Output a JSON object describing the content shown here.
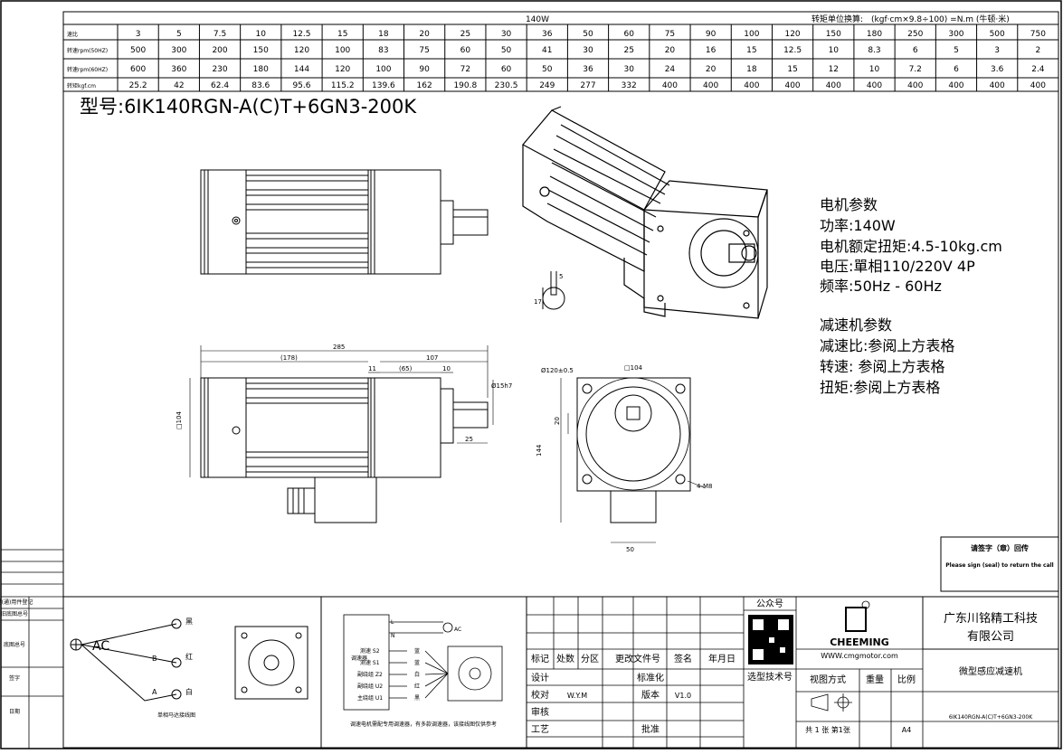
{
  "spec_table": {
    "header_title": "140W",
    "header_note": "转矩单位换算:　(kgf·cm×9.8÷100) =N.m (牛顿·米)",
    "row_labels": [
      "速比",
      "转速rpm(50HZ)",
      "转速rpm(60HZ)",
      "转矩kgf.cm"
    ],
    "ratio": [
      "3",
      "5",
      "7.5",
      "10",
      "12.5",
      "15",
      "18",
      "20",
      "25",
      "30",
      "36",
      "50",
      "60",
      "75",
      "90",
      "100",
      "120",
      "150",
      "180",
      "250",
      "300",
      "500",
      "750"
    ],
    "rpm50": [
      "500",
      "300",
      "200",
      "150",
      "120",
      "100",
      "83",
      "75",
      "60",
      "50",
      "41",
      "30",
      "25",
      "20",
      "16",
      "15",
      "12.5",
      "10",
      "8.3",
      "6",
      "5",
      "3",
      "2"
    ],
    "rpm60": [
      "600",
      "360",
      "230",
      "180",
      "144",
      "120",
      "100",
      "90",
      "72",
      "60",
      "50",
      "36",
      "30",
      "24",
      "20",
      "18",
      "15",
      "12",
      "10",
      "7.2",
      "6",
      "3.6",
      "2.4"
    ],
    "torque": [
      "25.2",
      "42",
      "62.4",
      "83.6",
      "95.6",
      "115.2",
      "139.6",
      "162",
      "190.8",
      "230.5",
      "249",
      "277",
      "332",
      "400",
      "400",
      "400",
      "400",
      "400",
      "400",
      "400",
      "400",
      "400",
      "400"
    ]
  },
  "model_label": "型号:6IK140RGN-A(C)T+6GN3-200K",
  "motor_params": {
    "heading": "电机参数",
    "lines": [
      "功率:140W",
      "电机额定扭矩:4.5-10kg.cm",
      "电压:單相110/220V 4P",
      "频率:50Hz - 60Hz"
    ]
  },
  "reducer_params": {
    "heading": "减速机参数",
    "lines": [
      "减速比:参阅上方表格",
      "转速: 参阅上方表格",
      "扭矩:参阅上方表格"
    ]
  },
  "dimensions": {
    "total_length": "285",
    "motor_length": "(178)",
    "gear_length": "107",
    "gap": "11",
    "mid": "(65)",
    "flange": "10",
    "shaft_dia": "Ø15h7",
    "shaft_len": "25",
    "motor_square": "□104",
    "key_width": "5",
    "key_height": "17",
    "pcd": "Ø120±0.5",
    "gear_square": "□104",
    "offset": "20",
    "height": "144",
    "bolts": "4-M8",
    "box_width": "50"
  },
  "return_note": {
    "cn": "请签字（章）回传",
    "en": "Please sign (seal) to return the call"
  },
  "left_strip": [
    "借(通)用件登记",
    "旧底图总号",
    "底图总号",
    "签字",
    "日期"
  ],
  "wiring_single": {
    "ac": "AC",
    "terminals": [
      "黑",
      "红",
      "白"
    ],
    "letters": [
      "B",
      "A"
    ],
    "caption": "单相马达接线图"
  },
  "wiring_speed": {
    "top_labels": [
      "L",
      "N"
    ],
    "ac": "AC",
    "box_label": "调速器",
    "rows": [
      "测速 S2",
      "测速 S1",
      "副绕组 Z2",
      "副绕组 U2",
      "主绕组 U1"
    ],
    "colors": [
      "蓝",
      "蓝",
      "白",
      "红",
      "黑"
    ],
    "caption": "调速电机需配专用调速器，有多款调速器，该接线图仅供参考"
  },
  "title_block": {
    "rev_headers": [
      "标记",
      "处数",
      "分区",
      "更改文件号",
      "签名",
      "年月日"
    ],
    "design": "设计",
    "standard": "标准化",
    "check": "校对",
    "checker": "W.Y.M",
    "version_label": "版本",
    "version": "V1.0",
    "review": "审核",
    "process": "工艺",
    "approve": "批准",
    "public_label": "公众号",
    "brand": "CHEEMING",
    "website": "WWW.cmgmotor.com",
    "selection": "选型技术号",
    "company": [
      "广东川铭精工科技",
      "有限公司"
    ],
    "product": "微型感应减速机",
    "view_label": "视图方式",
    "weight_label": "重量",
    "scale_label": "比例",
    "sheet": "共 1 张 第1张",
    "paper": "A4",
    "drawing_no": "6IK140RGN-A(C)T+6GN3-200K"
  }
}
